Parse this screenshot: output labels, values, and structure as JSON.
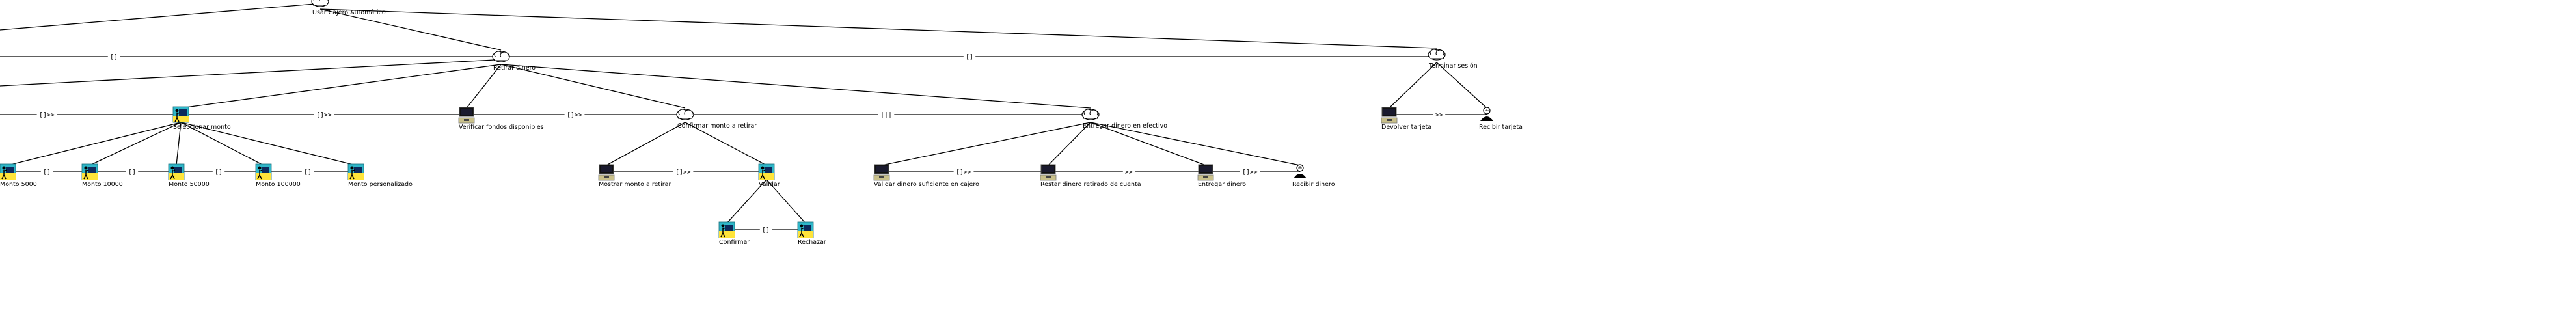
{
  "diagram": {
    "nodes": [
      {
        "id": "root",
        "type": "abstract",
        "label": "Usar Cajero Automático"
      },
      {
        "id": "retirar",
        "type": "abstract",
        "label": "Retirar dinero"
      },
      {
        "id": "terminar",
        "type": "abstract",
        "label": "Terminar sesión"
      },
      {
        "id": "seleccionar",
        "type": "interaction",
        "label": "Seleccionar monto"
      },
      {
        "id": "verificar",
        "type": "application",
        "label": "Verificar fondos disponibles"
      },
      {
        "id": "confirmar_monto",
        "type": "abstract",
        "label": "Confirmar monto a retirar"
      },
      {
        "id": "entregar",
        "type": "abstract",
        "label": "Entregar dinero en efectivo"
      },
      {
        "id": "devolver",
        "type": "application",
        "label": "Devolver tarjeta"
      },
      {
        "id": "recibir_tarjeta",
        "type": "user",
        "label": "Recibir tarjeta"
      },
      {
        "id": "m5000",
        "type": "interaction",
        "label": "Monto 5000"
      },
      {
        "id": "m10000",
        "type": "interaction",
        "label": "Monto 10000"
      },
      {
        "id": "m50000",
        "type": "interaction",
        "label": "Monto 50000"
      },
      {
        "id": "m100000",
        "type": "interaction",
        "label": "Monto 100000"
      },
      {
        "id": "mpers",
        "type": "interaction",
        "label": "Monto personalizado"
      },
      {
        "id": "mostrar",
        "type": "application",
        "label": "Mostrar monto a retirar"
      },
      {
        "id": "validar",
        "type": "interaction",
        "label": "Validar"
      },
      {
        "id": "validar_dinero",
        "type": "application",
        "label": "Validar dinero suficiente en cajero"
      },
      {
        "id": "restar",
        "type": "application",
        "label": "Restar dinero retirado de cuenta"
      },
      {
        "id": "entregar_dinero",
        "type": "application",
        "label": "Entregar dinero"
      },
      {
        "id": "recibir_dinero",
        "type": "user",
        "label": "Recibir dinero"
      },
      {
        "id": "confirmar",
        "type": "interaction",
        "label": "Confirmar"
      },
      {
        "id": "rechazar",
        "type": "interaction",
        "label": "Rechazar"
      }
    ],
    "edges": [
      [
        "root",
        "retirar"
      ],
      [
        "root",
        "terminar"
      ],
      [
        "retirar",
        "seleccionar"
      ],
      [
        "retirar",
        "verificar"
      ],
      [
        "retirar",
        "confirmar_monto"
      ],
      [
        "retirar",
        "entregar"
      ],
      [
        "terminar",
        "devolver"
      ],
      [
        "terminar",
        "recibir_tarjeta"
      ],
      [
        "seleccionar",
        "m5000"
      ],
      [
        "seleccionar",
        "m10000"
      ],
      [
        "seleccionar",
        "m50000"
      ],
      [
        "seleccionar",
        "m100000"
      ],
      [
        "seleccionar",
        "mpers"
      ],
      [
        "confirmar_monto",
        "mostrar"
      ],
      [
        "confirmar_monto",
        "validar"
      ],
      [
        "entregar",
        "validar_dinero"
      ],
      [
        "entregar",
        "restar"
      ],
      [
        "entregar",
        "entregar_dinero"
      ],
      [
        "entregar",
        "recibir_dinero"
      ],
      [
        "validar",
        "confirmar"
      ],
      [
        "validar",
        "rechazar"
      ]
    ],
    "operators": [
      {
        "label": "[]"
      },
      {
        "label": "[]"
      },
      {
        "label": "[]>>"
      },
      {
        "label": "[]>>"
      },
      {
        "label": "[]>>"
      },
      {
        "label": "|||"
      },
      {
        "label": ">>"
      },
      {
        "label": "[]"
      },
      {
        "label": "[]"
      },
      {
        "label": "[]"
      },
      {
        "label": "[]"
      },
      {
        "label": "[]>>"
      },
      {
        "label": "[]>>"
      },
      {
        "label": ">>"
      },
      {
        "label": "[]>>"
      },
      {
        "label": "[]"
      }
    ]
  }
}
